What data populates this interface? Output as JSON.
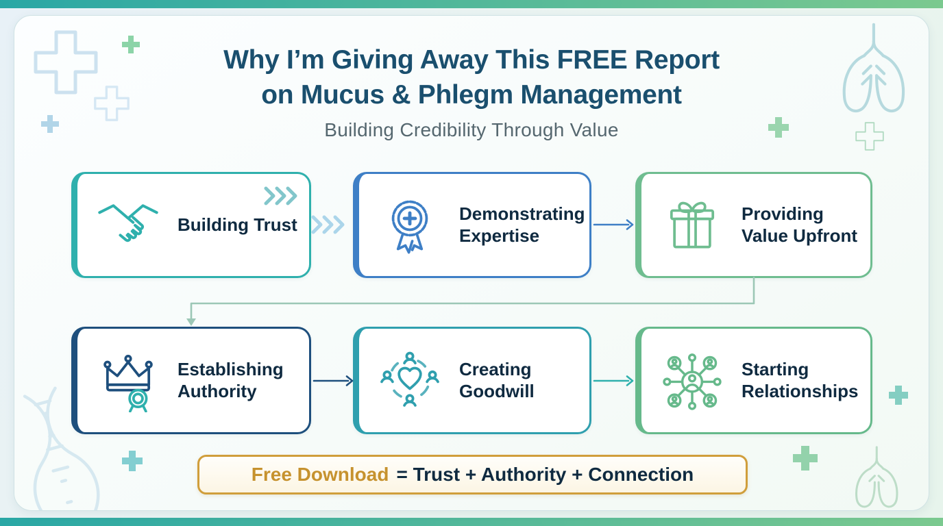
{
  "header": {
    "title_line1": "Why I’m Giving Away This FREE Report",
    "title_line2": "on Mucus & Phlegm Management",
    "subtitle": "Building Credibility Through Value"
  },
  "cards": [
    {
      "label": "Building Trust",
      "icon": "handshake-icon",
      "color": "#2fb0ad"
    },
    {
      "label": "Demonstrating Expertise",
      "icon": "medal-cross-icon",
      "color": "#3e7fc6"
    },
    {
      "label": "Providing Value Upfront",
      "icon": "gift-icon",
      "color": "#6fbd90"
    },
    {
      "label": "Establishing Authority",
      "icon": "crown-medal-icon",
      "color": "#1e4f7d"
    },
    {
      "label": "Creating Goodwill",
      "icon": "heart-community-icon",
      "color": "#2f9fae"
    },
    {
      "label": "Starting Relationships",
      "icon": "network-icon",
      "color": "#66b98b"
    }
  ],
  "footer": {
    "highlight": "Free Download",
    "rest": "= Trust + Authority + Connection"
  },
  "colors": {
    "teal": "#2fb0ad",
    "blue": "#3e7fc6",
    "green": "#6fbd90",
    "navy": "#1e4f7d",
    "gold": "#c6922e",
    "title": "#1a4f6e",
    "subtitle": "#55676f",
    "text": "#0f2a40",
    "connector": "#9cc7b6",
    "strip_start": "#2aa7a5",
    "strip_end": "#7bc98f"
  }
}
